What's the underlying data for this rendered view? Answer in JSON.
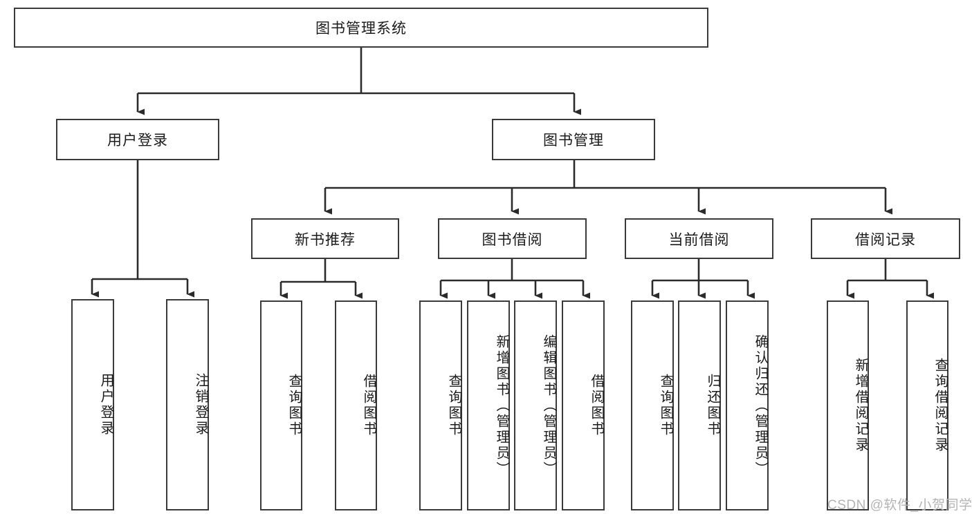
{
  "diagram": {
    "title": "图书管理系统",
    "type": "tree-hierarchy",
    "watermark": "CSDN @软件_小贺同学",
    "colors": {
      "box_border": "#3a3a3a",
      "box_fill": "#ffffff",
      "connector": "#2b2b2b",
      "text": "#1b1b1b",
      "watermark": "#b4b4b4",
      "background": "#ffffff"
    },
    "root": {
      "label": "图书管理系统"
    },
    "level2": [
      {
        "label": "用户登录"
      },
      {
        "label": "图书管理"
      }
    ],
    "level3": [
      {
        "label": "新书推荐"
      },
      {
        "label": "图书借阅"
      },
      {
        "label": "当前借阅"
      },
      {
        "label": "借阅记录"
      }
    ],
    "leaves": {
      "user_login": [
        {
          "label": "用户登录"
        },
        {
          "label": "注销登录"
        }
      ],
      "new_book_recommend": [
        {
          "label": "查询图书"
        },
        {
          "label": "借阅图书"
        }
      ],
      "book_borrow": [
        {
          "label": "查询图书"
        },
        {
          "label": "新增图书（管理员）"
        },
        {
          "label": "编辑图书（管理员）"
        },
        {
          "label": "借阅图书"
        }
      ],
      "current_borrow": [
        {
          "label": "查询图书"
        },
        {
          "label": "归还图书"
        },
        {
          "label": "确认归还（管理员）"
        }
      ],
      "borrow_record": [
        {
          "label": "新增借阅记录"
        },
        {
          "label": "查询借阅记录"
        }
      ]
    }
  }
}
